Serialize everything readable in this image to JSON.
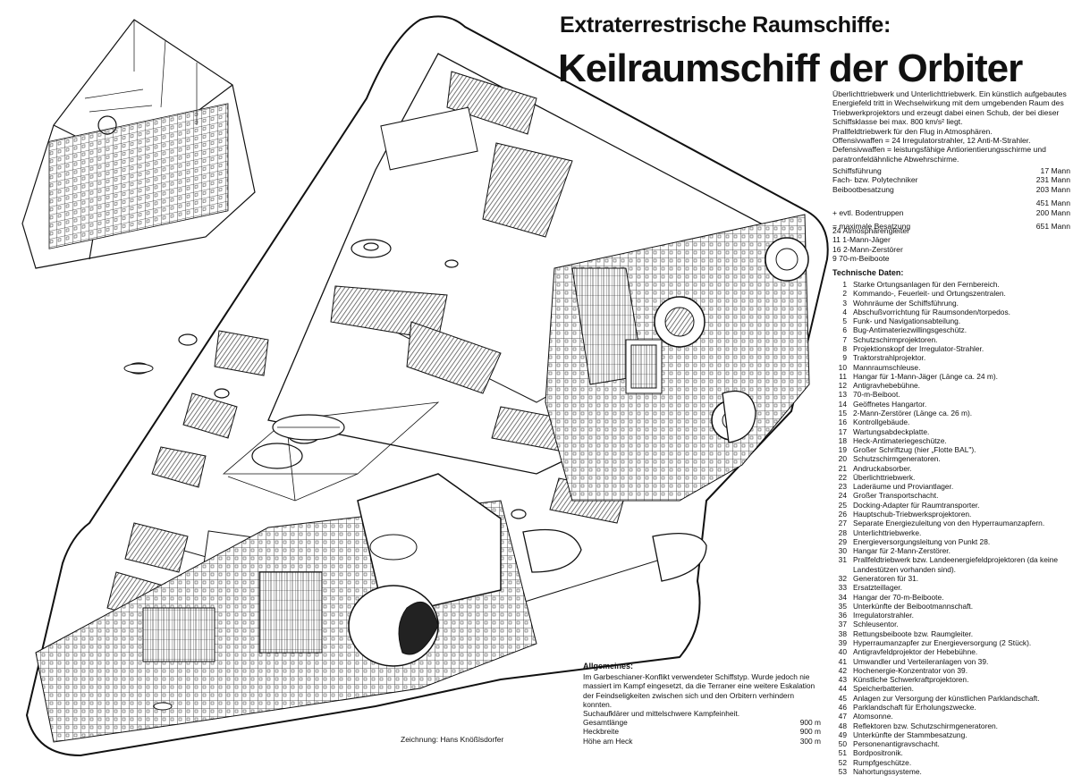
{
  "title": {
    "supertitle": "Extraterrestrische Raumschiffe:",
    "main": "Keilraumschiff der Orbiter"
  },
  "intro": [
    "Überlichttriebwerk und Unterlichttriebwerk. Ein künstlich aufgebautes Energiefeld tritt in Wechselwirkung mit dem umgebenden Raum des Triebwerkprojektors und erzeugt dabei einen Schub, der bei dieser Schiffsklasse bei max. 800 km/s² liegt.",
    "Prallfeldtriebwerk für den Flug in Atmosphären.",
    "Offensivwaffen = 24 Irregulatorstrahler, 12 Anti-M-Strahler.",
    "Defensivwaffen = leistungsfähige Antiorientierungsschirme und paratronfeldähnliche Abwehrschirme."
  ],
  "crew": [
    {
      "label": "Schiffsführung",
      "value": "17 Mann"
    },
    {
      "label": "Fach- bzw. Polytechniker",
      "value": "231 Mann"
    },
    {
      "label": "Beibootbesatzung",
      "value": "203 Mann"
    },
    {
      "label": "",
      "value": "451 Mann"
    },
    {
      "label": "+ evtl. Bodentruppen",
      "value": "200 Mann"
    },
    {
      "label": "= maximale Besatzung",
      "value": "651 Mann"
    }
  ],
  "craft": [
    "24 Atmosphärengleiter",
    "11 1-Mann-Jäger",
    "16 2-Mann-Zerstörer",
    "9 70-m-Beiboote"
  ],
  "technical_heading": "Technische Daten:",
  "technical_data": [
    {
      "n": "1",
      "t": "Starke Ortungsanlagen für den Fernbereich."
    },
    {
      "n": "2",
      "t": "Kommando-, Feuerleit- und Ortungszentralen."
    },
    {
      "n": "3",
      "t": "Wohnräume der Schiffsführung."
    },
    {
      "n": "4",
      "t": "Abschußvorrichtung für Raumsonden/torpedos."
    },
    {
      "n": "5",
      "t": "Funk- und Navigationsabteilung."
    },
    {
      "n": "6",
      "t": "Bug-Antimateriezwillingsgeschütz."
    },
    {
      "n": "7",
      "t": "Schutzschirmprojektoren."
    },
    {
      "n": "8",
      "t": "Projektionskopf der Irregulator-Strahler."
    },
    {
      "n": "9",
      "t": "Traktorstrahlprojektor."
    },
    {
      "n": "10",
      "t": "Mannraumschleuse."
    },
    {
      "n": "11",
      "t": "Hangar für 1-Mann-Jäger (Länge ca. 24 m)."
    },
    {
      "n": "12",
      "t": "Antigravhebebühne."
    },
    {
      "n": "13",
      "t": "70-m-Beiboot."
    },
    {
      "n": "14",
      "t": "Geöffnetes Hangartor."
    },
    {
      "n": "15",
      "t": "2-Mann-Zerstörer (Länge ca. 26 m)."
    },
    {
      "n": "16",
      "t": "Kontrollgebäude."
    },
    {
      "n": "17",
      "t": "Wartungsabdeckplatte."
    },
    {
      "n": "18",
      "t": "Heck-Antimateriegeschütze."
    },
    {
      "n": "19",
      "t": "Großer Schriftzug (hier „Flotte BAL\")."
    },
    {
      "n": "20",
      "t": "Schutzschirmgeneratoren."
    },
    {
      "n": "21",
      "t": "Andruckabsorber."
    },
    {
      "n": "22",
      "t": "Überlichttriebwerk."
    },
    {
      "n": "23",
      "t": "Laderäume und Proviantlager."
    },
    {
      "n": "24",
      "t": "Großer Transportschacht."
    },
    {
      "n": "25",
      "t": "Docking-Adapter für Raumtransporter."
    },
    {
      "n": "26",
      "t": "Hauptschub-Triebwerksprojektoren."
    },
    {
      "n": "27",
      "t": "Separate Energiezuleitung von den Hyperraumanzapfern."
    },
    {
      "n": "28",
      "t": "Unterlichttriebwerke."
    },
    {
      "n": "29",
      "t": "Energieversorgungsleitung von Punkt 28."
    },
    {
      "n": "30",
      "t": "Hangar für 2-Mann-Zerstörer."
    },
    {
      "n": "31",
      "t": "Prallfeldtriebwerk bzw. Landeenergiefeldprojektoren (da keine Landestützen vorhanden sind)."
    },
    {
      "n": "32",
      "t": "Generatoren für 31."
    },
    {
      "n": "33",
      "t": "Ersatzteillager."
    },
    {
      "n": "34",
      "t": "Hangar der 70-m-Beiboote."
    },
    {
      "n": "35",
      "t": "Unterkünfte der Beibootmannschaft."
    },
    {
      "n": "36",
      "t": "Irregulatorstrahler."
    },
    {
      "n": "37",
      "t": "Schleusentor."
    },
    {
      "n": "38",
      "t": "Rettungsbeiboote bzw. Raumgleiter."
    },
    {
      "n": "39",
      "t": "Hyperraumanzapfer zur Energieversorgung (2 Stück)."
    },
    {
      "n": "40",
      "t": "Antigravfeldprojektor der Hebebühne."
    },
    {
      "n": "41",
      "t": "Umwandler und Verteileranlagen von 39."
    },
    {
      "n": "42",
      "t": "Hochenergie-Konzentrator von 39."
    },
    {
      "n": "43",
      "t": "Künstliche Schwerkraftprojektoren."
    },
    {
      "n": "44",
      "t": "Speicherbatterien."
    },
    {
      "n": "45",
      "t": "Anlagen zur Versorgung der künstlichen Parklandschaft."
    },
    {
      "n": "46",
      "t": "Parklandschaft für Erholungszwecke."
    },
    {
      "n": "47",
      "t": "Atomsonne."
    },
    {
      "n": "48",
      "t": "Reflektoren bzw. Schutzschirmgeneratoren."
    },
    {
      "n": "49",
      "t": "Unterkünfte der Stammbesatzung."
    },
    {
      "n": "50",
      "t": "Personenantigravschacht."
    },
    {
      "n": "51",
      "t": "Bordpositronik."
    },
    {
      "n": "52",
      "t": "Rumpfgeschütze."
    },
    {
      "n": "53",
      "t": "Nahortungssysteme."
    }
  ],
  "general": {
    "heading": "Allgemeines:",
    "text": "Im Garbeschianer-Konflikt verwendeter Schiffstyp. Wurde jedoch nie massiert im Kampf eingesetzt, da die Terraner eine weitere Eskalation der Feindseligkeiten zwischen sich und den Orbitern verhindern konnten.",
    "role": "Suchaufklärer und mittelschwere Kampfeinheit.",
    "dimensions": [
      {
        "label": "Gesamtlänge",
        "value": "900 m"
      },
      {
        "label": "Heckbreite",
        "value": "900 m"
      },
      {
        "label": "Höhe am Heck",
        "value": "300 m"
      }
    ]
  },
  "credit": "Zeichnung: Hans Knößlsdorfer",
  "colors": {
    "ink": "#111111",
    "paper": "#ffffff",
    "hatch": "#6f6f6f"
  }
}
